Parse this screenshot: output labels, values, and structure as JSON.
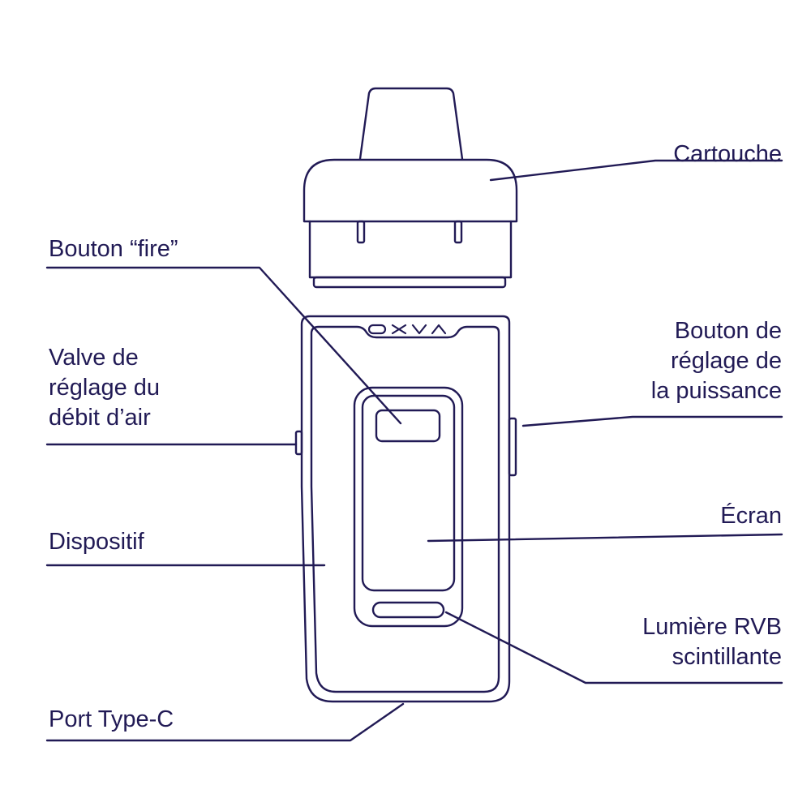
{
  "colors": {
    "ink": "#211a55",
    "background": "#ffffff"
  },
  "device": {
    "brand": "OXVA"
  },
  "labels": {
    "cartouche": [
      "Cartouche"
    ],
    "fire_button": [
      "Bouton “fire”"
    ],
    "airflow_valve": [
      "Valve de",
      "réglage du",
      "débit d’air"
    ],
    "power_button": [
      "Bouton de",
      "réglage de",
      "la puissance"
    ],
    "screen": [
      "Écran"
    ],
    "device": [
      "Dispositif"
    ],
    "rgb_light": [
      "Lumière RVB",
      "scintillante"
    ],
    "usb_port": [
      "Port Type-C"
    ]
  }
}
